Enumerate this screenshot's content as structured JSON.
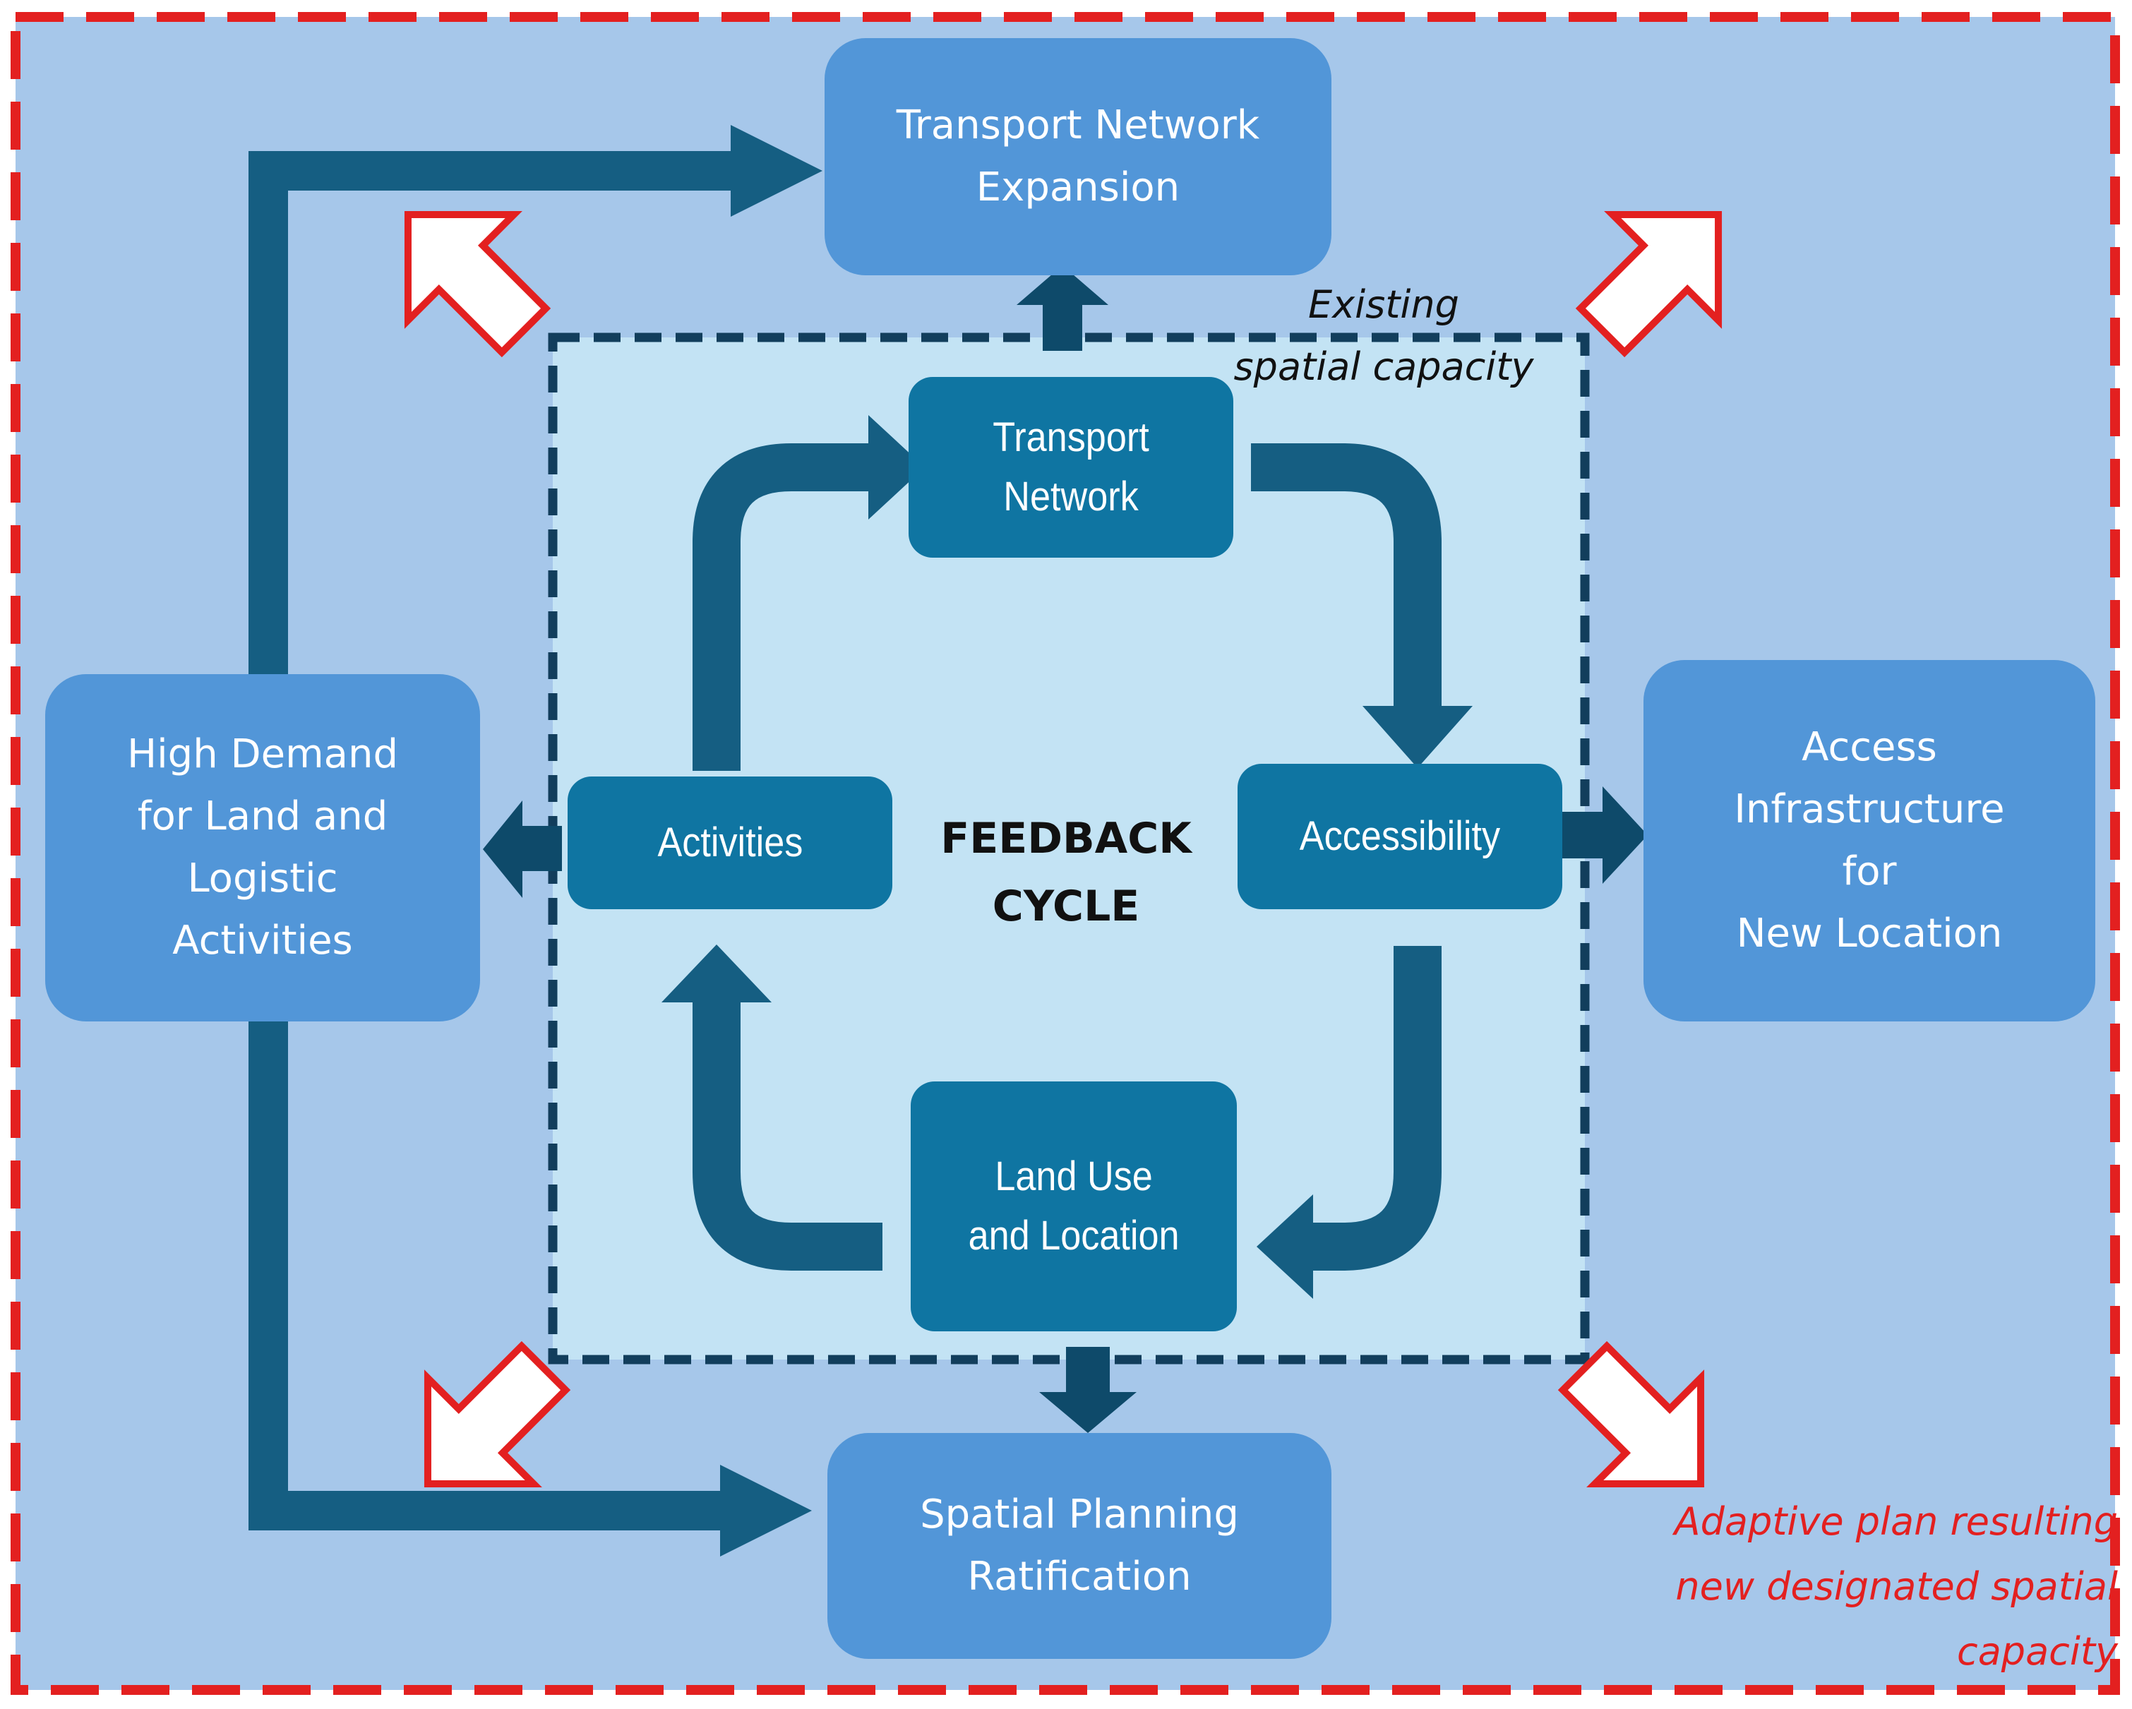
{
  "nodes": {
    "transport_network_expansion": "Transport Network\nExpansion",
    "high_demand": "High Demand\nfor Land and\nLogistic\nActivities",
    "access_infrastructure": "Access\nInfrastructure\nfor\nNew Location",
    "spatial_planning_ratification": "Spatial Planning\nRatification",
    "transport_network": "Transport\nNetwork",
    "accessibility": "Accessibility",
    "activities": "Activities",
    "land_use_location": "Land Use\nand Location"
  },
  "labels": {
    "feedback_cycle": "FEEDBACK\nCYCLE",
    "existing_capacity": "Existing\nspatial capacity",
    "adaptive_plan": "Adaptive plan resulting\nnew designated spatial\ncapacity"
  },
  "colors": {
    "outer_background": "#a6c7ea",
    "inner_background": "#c3e3f4",
    "outer_node": "#5296d8",
    "inner_node": "#0f75a2",
    "arrow": "#155e82",
    "dark_arrow": "#0e4a6a",
    "dashed_outer_border": "#e32020",
    "dashed_inner_border": "#123e5c",
    "expansion_arrow_fill": "#ffffff",
    "expansion_arrow_stroke": "#e32020"
  }
}
